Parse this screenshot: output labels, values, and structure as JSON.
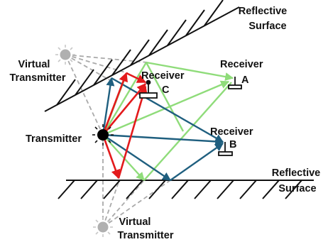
{
  "labels": {
    "reflective_surface_top": [
      "Reflective",
      "Surface"
    ],
    "reflective_surface_bottom": [
      "Reflective",
      "Surface"
    ],
    "virtual_transmitter_top": [
      "Virtual",
      "Transmitter"
    ],
    "virtual_transmitter_bottom": [
      "Virtual",
      "Transmitter"
    ],
    "transmitter": "Transmitter",
    "receiver_a": [
      "Receiver",
      "A"
    ],
    "receiver_b": [
      "Receiver",
      "B"
    ],
    "receiver_c": [
      "Receiver",
      "C"
    ]
  },
  "colors": {
    "surface": "#111111",
    "virtual_path": "#aaaaaa",
    "direct_path": "#1f5f7f",
    "green_path": "#8fdc7a",
    "red_path": "#e31a1c",
    "transmitter": "#000000",
    "virtual_transmitter": "#b0b0b0"
  }
}
